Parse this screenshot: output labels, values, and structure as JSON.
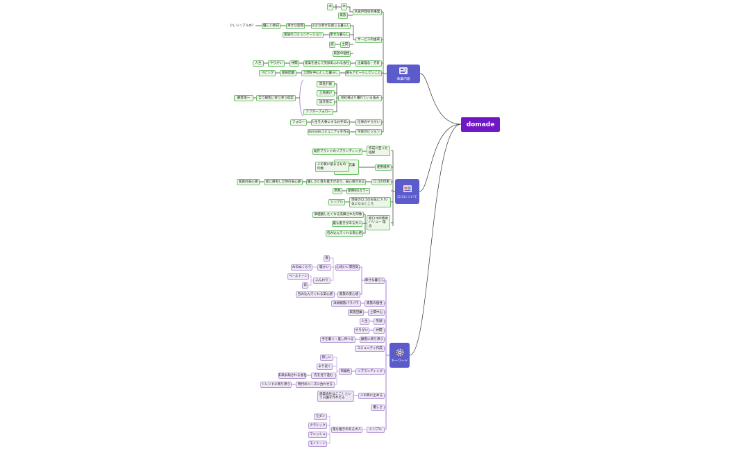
{
  "root": {
    "label": "domade"
  },
  "hubs": [
    {
      "id": "h1",
      "label": "事業内容",
      "icon": "clipboard-icon",
      "color": "#5b5bcb"
    },
    {
      "id": "h2",
      "label": "ロゴについて",
      "icon": "logo-board-icon",
      "color": "#5b5bcb"
    },
    {
      "id": "h3",
      "label": "キーワード",
      "icon": "gear-icon",
      "color": "#5b5bcb"
    }
  ],
  "nodes": [
    {
      "id": "n1",
      "text": "木",
      "kind": "g"
    },
    {
      "id": "n2",
      "text": "木",
      "kind": "g"
    },
    {
      "id": "n3",
      "text": "家族",
      "kind": "g"
    },
    {
      "id": "n4",
      "text": "木皮戸建住宅事業",
      "kind": "g"
    },
    {
      "id": "n5",
      "text": "少しシンプルめ？",
      "kind": "y"
    },
    {
      "id": "n6",
      "text": "優しい余白",
      "kind": "g"
    },
    {
      "id": "n7",
      "text": "幸せな空間",
      "kind": "g"
    },
    {
      "id": "n8",
      "text": "小さな幸せを感じる暮らし",
      "kind": "g"
    },
    {
      "id": "n9",
      "text": "家族のコミュニケーション",
      "kind": "g"
    },
    {
      "id": "n10",
      "text": "幸せな暮らし",
      "kind": "g"
    },
    {
      "id": "n11",
      "text": "庭",
      "kind": "g"
    },
    {
      "id": "n12",
      "text": "土間",
      "kind": "g"
    },
    {
      "id": "n13",
      "text": "家族の個性",
      "kind": "g"
    },
    {
      "id": "n14",
      "text": "サービスの由来",
      "kind": "g"
    },
    {
      "id": "n15",
      "text": "人生",
      "kind": "g"
    },
    {
      "id": "n16",
      "text": "やりがい",
      "kind": "g"
    },
    {
      "id": "n17",
      "text": "仲間",
      "kind": "g"
    },
    {
      "id": "n18",
      "text": "提案を通じて笑顔あふれる会社",
      "kind": "g"
    },
    {
      "id": "n19",
      "text": "企業理念・方針",
      "kind": "g"
    },
    {
      "id": "n20",
      "text": "リビング",
      "kind": "g"
    },
    {
      "id": "n21",
      "text": "家族団欒",
      "kind": "g"
    },
    {
      "id": "n22",
      "text": "土間を中心とした暮らし",
      "kind": "g"
    },
    {
      "id": "n23",
      "text": "最もアピールしたいこと",
      "kind": "g"
    },
    {
      "id": "n24",
      "text": "資金計画",
      "kind": "g"
    },
    {
      "id": "n25",
      "text": "土地選び",
      "kind": "g"
    },
    {
      "id": "n26",
      "text": "設計施工",
      "kind": "g"
    },
    {
      "id": "n27",
      "text": "アフターフォロー",
      "kind": "g"
    },
    {
      "id": "n28",
      "text": "顧客第一",
      "kind": "g"
    },
    {
      "id": "n29",
      "text": "全て顧客に寄り添う提案",
      "kind": "g"
    },
    {
      "id": "n30",
      "text": "他社様より優れている強み",
      "kind": "g"
    },
    {
      "id": "n31",
      "text": "フォロー",
      "kind": "g"
    },
    {
      "id": "n32",
      "text": "人生を大事にするお手伝い",
      "kind": "g"
    },
    {
      "id": "n33",
      "text": "仕事のやりがい",
      "kind": "g"
    },
    {
      "id": "n34",
      "text": "domadeコミュニティを作る",
      "kind": "g"
    },
    {
      "id": "n35",
      "text": "今後のビジョン",
      "kind": "g"
    },
    {
      "id": "m1",
      "text": "既存ブランドのリブランディング",
      "kind": "g"
    },
    {
      "id": "m2",
      "text": "作成に至った経緯",
      "kind": "g"
    },
    {
      "id": "m3",
      "text": "HP 名刺 営業資料",
      "kind": "g"
    },
    {
      "id": "m4",
      "text": "人の目に留まるもの印象",
      "kind": "g"
    },
    {
      "id": "m5",
      "text": "使用場所",
      "kind": "g"
    },
    {
      "id": "m6",
      "text": "家族の安心感",
      "kind": "g"
    },
    {
      "id": "m7",
      "text": "家に帰宅した時の安心感",
      "kind": "g"
    },
    {
      "id": "m8",
      "text": "優しさと落ち着きがあり、安心感がある",
      "kind": "g"
    },
    {
      "id": "m9",
      "text": "ロゴの印象",
      "kind": "g"
    },
    {
      "id": "m10",
      "text": "原色",
      "kind": "g"
    },
    {
      "id": "m11",
      "text": "使用NGカラー",
      "kind": "g"
    },
    {
      "id": "m12",
      "text": "シンプル",
      "kind": "g"
    },
    {
      "id": "m13",
      "text": "現在のロゴのお気に入り/気になるところ",
      "kind": "g"
    },
    {
      "id": "m14",
      "text": "価値観したくなる洗練された印象",
      "kind": "g"
    },
    {
      "id": "m15",
      "text": "最も重きがある大人",
      "kind": "g"
    },
    {
      "id": "m16",
      "text": "包み込んでくれる安心感",
      "kind": "g"
    },
    {
      "id": "m17",
      "text": "新ロゴの特徴 バリュー 理念",
      "kind": "g"
    },
    {
      "id": "k1",
      "text": "春",
      "kind": "p"
    },
    {
      "id": "k2",
      "text": "木のぬくもり",
      "kind": "p"
    },
    {
      "id": "k3",
      "text": "暖かい",
      "kind": "p"
    },
    {
      "id": "k4",
      "text": "心地いい雰囲気",
      "kind": "p"
    },
    {
      "id": "k5",
      "text": "ベールトーン",
      "kind": "p"
    },
    {
      "id": "k6",
      "text": "白",
      "kind": "p"
    },
    {
      "id": "k7",
      "text": "ふんわり",
      "kind": "p"
    },
    {
      "id": "k8",
      "text": "包み込んでくれる安心感",
      "kind": "p"
    },
    {
      "id": "k9",
      "text": "家族の安心感",
      "kind": "p"
    },
    {
      "id": "k10",
      "text": "幸せな暮らし",
      "kind": "p"
    },
    {
      "id": "k11",
      "text": "洋顔様族パラパラ",
      "kind": "p"
    },
    {
      "id": "k12",
      "text": "家族の個性",
      "kind": "p"
    },
    {
      "id": "k13",
      "text": "家族団欒",
      "kind": "p"
    },
    {
      "id": "k14",
      "text": "土間中心",
      "kind": "p"
    },
    {
      "id": "k15",
      "text": "人生",
      "kind": "p"
    },
    {
      "id": "k16",
      "text": "笑顔",
      "kind": "p"
    },
    {
      "id": "k17",
      "text": "やりがい",
      "kind": "p"
    },
    {
      "id": "k18",
      "text": "仲間",
      "kind": "p"
    },
    {
      "id": "k19",
      "text": "手を繋ぐ・差し伸べる",
      "kind": "p"
    },
    {
      "id": "k20",
      "text": "顧客に寄り添う",
      "kind": "p"
    },
    {
      "id": "k21",
      "text": "コミュニティ作成",
      "kind": "p"
    },
    {
      "id": "k22",
      "text": "新しい",
      "kind": "p"
    },
    {
      "id": "k23",
      "text": "より良く",
      "kind": "p"
    },
    {
      "id": "k24",
      "text": "未来永劫される会社",
      "kind": "p"
    },
    {
      "id": "k25",
      "text": "先を見て進む",
      "kind": "p"
    },
    {
      "id": "k26",
      "text": "トレンドに寄り添う",
      "kind": "p"
    },
    {
      "id": "k27",
      "text": "時代のニーズに合わせる",
      "kind": "p"
    },
    {
      "id": "k28",
      "text": "両義性",
      "kind": "p"
    },
    {
      "id": "k29",
      "text": "リブランディング",
      "kind": "p"
    },
    {
      "id": "k30",
      "text": "建築会社はここ！という公園を作れたる",
      "kind": "p"
    },
    {
      "id": "k31",
      "text": "人の目に止める",
      "kind": "p"
    },
    {
      "id": "k32",
      "text": "優しさ",
      "kind": "p"
    },
    {
      "id": "k33",
      "text": "モダン",
      "kind": "p"
    },
    {
      "id": "k34",
      "text": "クラシック",
      "kind": "p"
    },
    {
      "id": "k35",
      "text": "マニッシュ",
      "kind": "p"
    },
    {
      "id": "k36",
      "text": "モノトーン",
      "kind": "p"
    },
    {
      "id": "k37",
      "text": "落ち着きのある大人",
      "kind": "p"
    },
    {
      "id": "k38",
      "text": "シンプル",
      "kind": "p"
    }
  ],
  "colors": {
    "green_border": "#6cc069",
    "green_fill": "#ecf7e8",
    "purple_border": "#b59ad8",
    "purple_fill": "#efe6f8",
    "hub": "#5b5bcb",
    "root": "#7018c7",
    "line_dark": "#333333",
    "line_purple": "#8a5fd0",
    "line_light_purple": "#b89de0"
  }
}
